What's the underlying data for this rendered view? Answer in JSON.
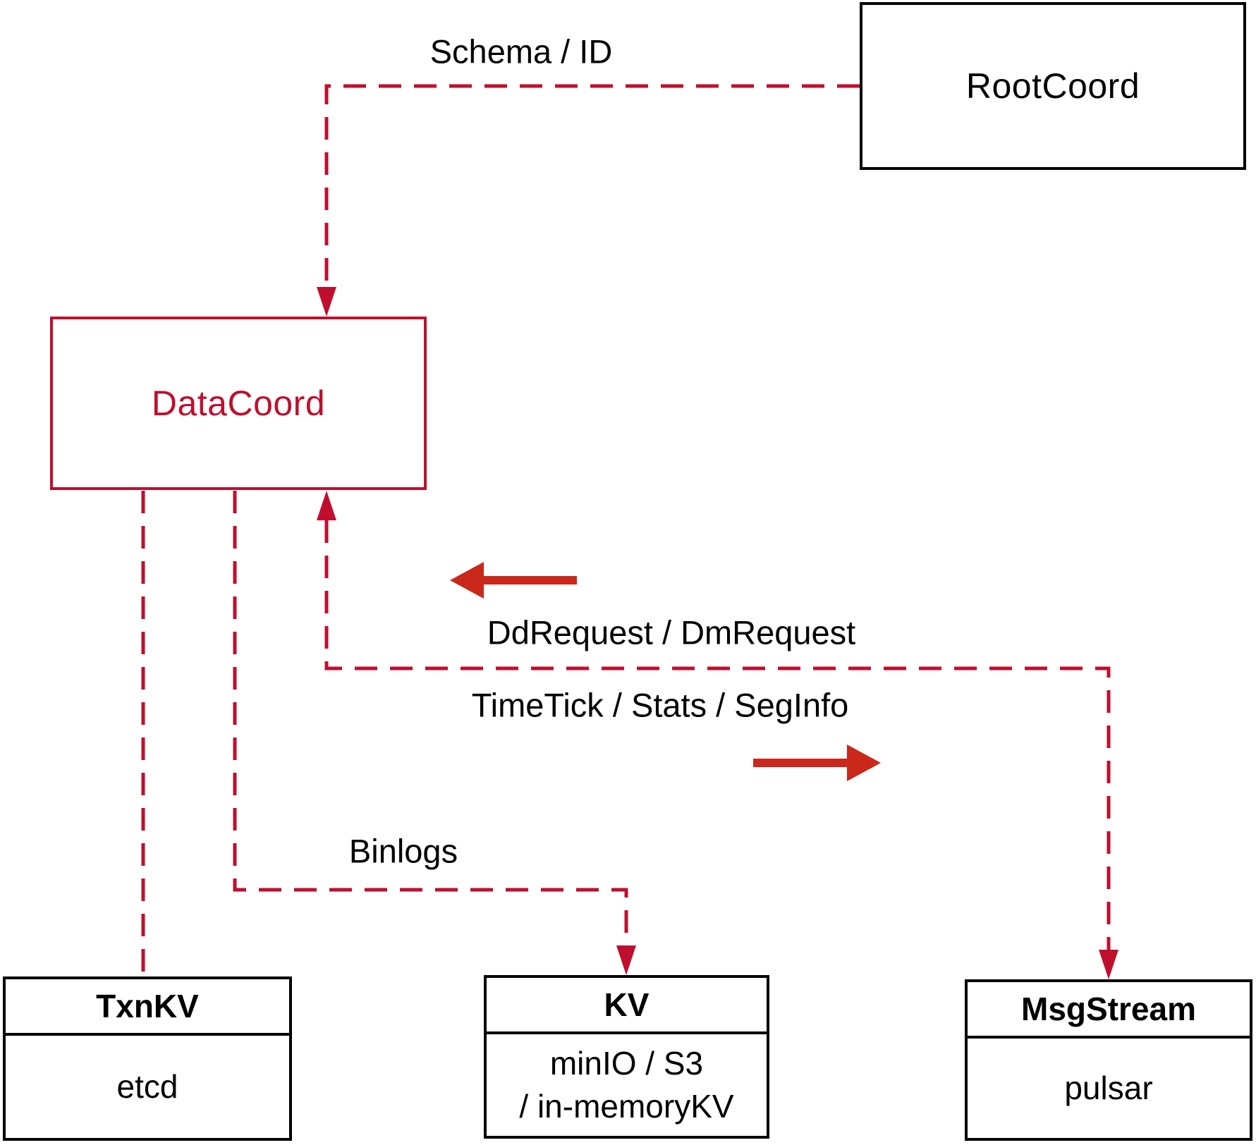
{
  "colors": {
    "crimson": "#c00f2e",
    "arrow-red": "#c9281a",
    "ink": "#000000",
    "bg": "#ffffff"
  },
  "nodes": {
    "rootcoord": {
      "label": "RootCoord"
    },
    "datacoord": {
      "label": "DataCoord"
    },
    "txnkv": {
      "header": "TxnKV",
      "body": "etcd"
    },
    "kv": {
      "header": "KV",
      "body_line1": "minIO / S3",
      "body_line2": "/ in-memoryKV"
    },
    "msgstream": {
      "header": "MsgStream",
      "body": "pulsar"
    }
  },
  "edge_labels": {
    "schema_id": "Schema / ID",
    "dd_request": "DdRequest / DmRequest",
    "time_tick": "TimeTick / Stats / SegInfo",
    "binlogs": "Binlogs"
  }
}
